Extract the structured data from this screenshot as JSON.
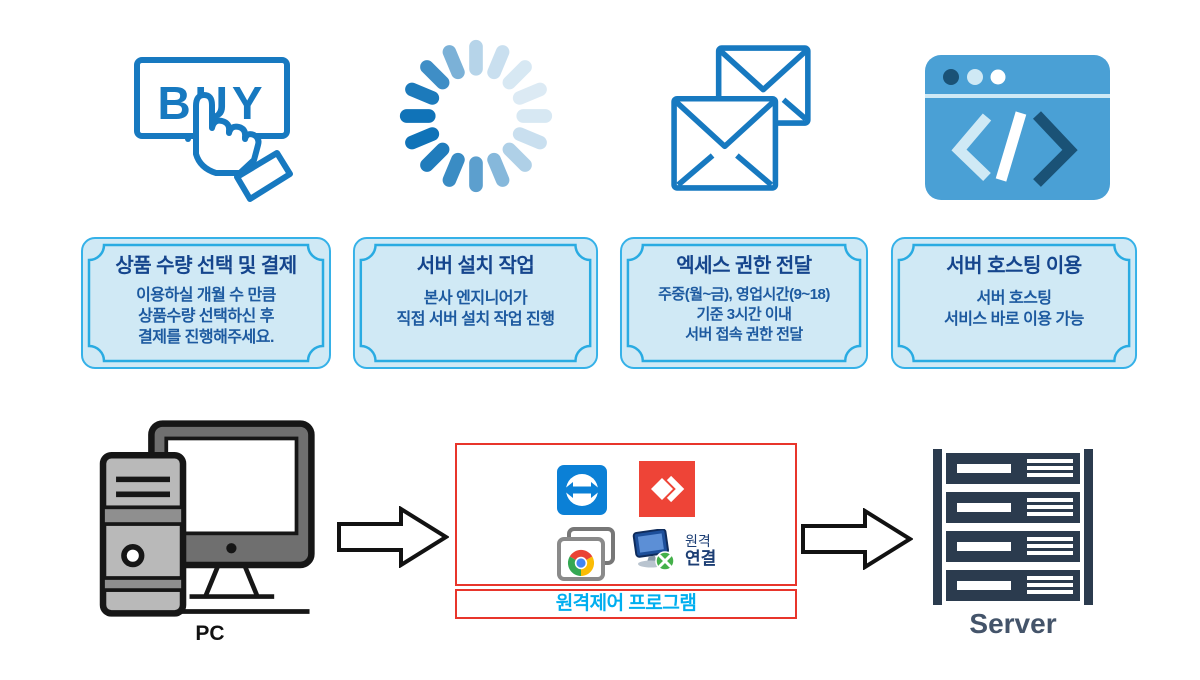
{
  "steps": [
    {
      "icon": "buy-button-icon",
      "button_text": "BUY",
      "title": "상품 수량 선택 및 결제",
      "lines": [
        "이용하실 개월 수 만큼",
        "상품수량 선택하신 후",
        "결제를 진행해주세요."
      ]
    },
    {
      "icon": "loading-spinner-icon",
      "title": "서버 설치 작업",
      "lines": [
        "본사 엔지니어가",
        "직접 서버 설치 작업 진행"
      ]
    },
    {
      "icon": "mail-envelopes-icon",
      "title": "엑세스 권한 전달",
      "lines": [
        "주중(월~금), 영업시간(9~18)",
        "기준 3시간 이내",
        "서버 접속 권한 전달"
      ]
    },
    {
      "icon": "code-browser-icon",
      "title": "서버 호스팅 이용",
      "lines": [
        "서버 호스팅",
        "서비스 바로 이용 가능"
      ]
    }
  ],
  "flow": {
    "pc_label": "PC",
    "server_label": "Server",
    "remote_box": {
      "caption": "원격제어 프로그램",
      "tools": [
        "teamviewer-icon",
        "anydesk-icon",
        "chrome-remote-desktop-icon",
        "windows-remote-desktop-icon"
      ],
      "rdp_label_line1": "원격",
      "rdp_label_line2": "연결"
    }
  },
  "colors": {
    "icon_blue": "#1779c0",
    "plaque_border": "#2fa8e1",
    "plaque_fill": "#d0e9f5",
    "title_navy": "#15458d",
    "body_navy": "#1d5aa0",
    "red_border": "#e8352b",
    "caption_blue": "#00aeef",
    "teamviewer_blue": "#0b80d6",
    "anydesk_red": "#ee4437",
    "server_navy": "#2b3b4e",
    "browser_icon_blue": "#4aa0d5"
  }
}
